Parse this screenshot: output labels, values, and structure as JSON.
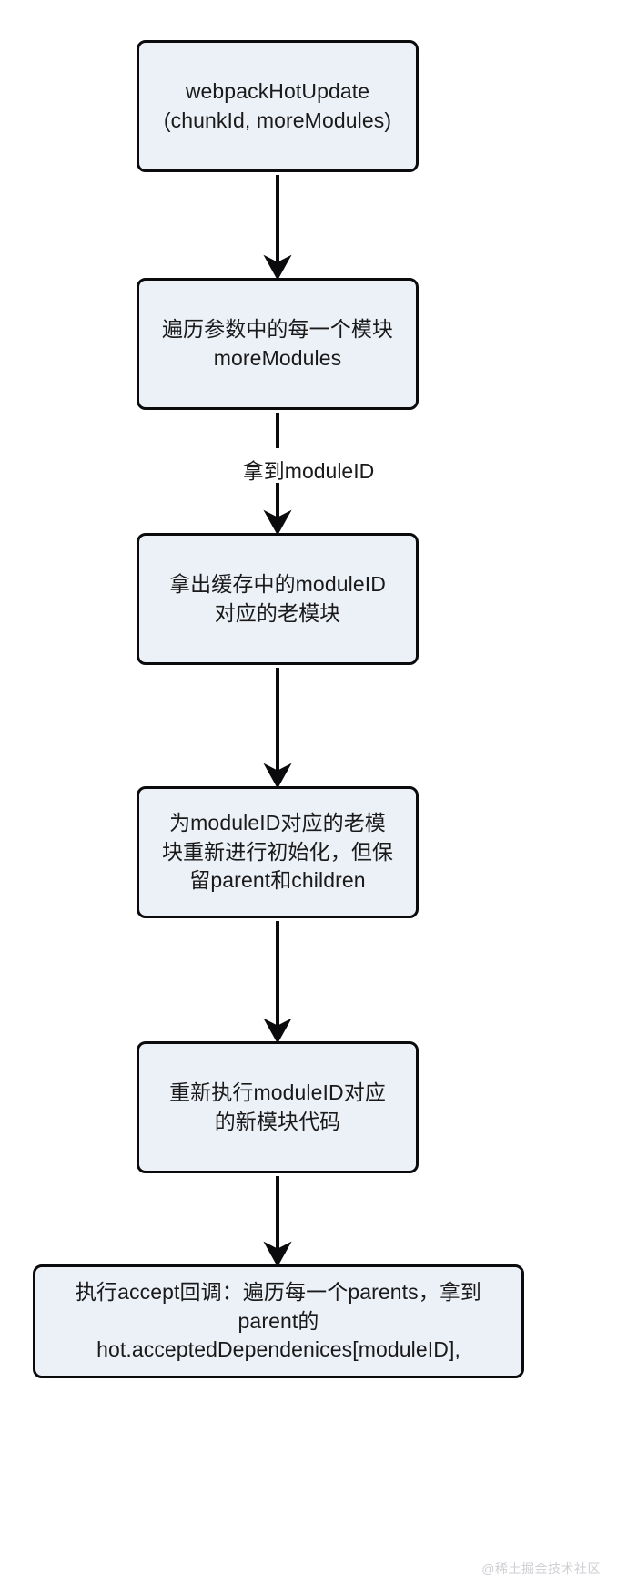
{
  "diagram": {
    "title": "webpack HMR webpackHotUpdate flow",
    "orientation": "top-to-bottom",
    "node_fill": "#ecf0f7",
    "node_border": "#0b0b0d",
    "text_color": "#1a1a1a",
    "nodes": [
      {
        "id": "n1",
        "label": "webpackHotUpdate\n(chunkId, moreModules)"
      },
      {
        "id": "n2",
        "label": "遍历参数中的每一个模块\nmoreModules"
      },
      {
        "id": "n3",
        "label": "拿出缓存中的moduleID\n对应的老模块"
      },
      {
        "id": "n4",
        "label": "为moduleID对应的老模\n块重新进行初始化，但保\n留parent和children"
      },
      {
        "id": "n5",
        "label": "重新执行moduleID对应\n的新模块代码"
      },
      {
        "id": "n6",
        "label": "执行accept回调：遍历每一个parents，拿到\nparent的\nhot.acceptedDependenices[moduleID],"
      }
    ],
    "edges": [
      {
        "from": "n1",
        "to": "n2",
        "label": ""
      },
      {
        "from": "n2",
        "to": "n3",
        "label": "拿到moduleID"
      },
      {
        "from": "n3",
        "to": "n4",
        "label": ""
      },
      {
        "from": "n4",
        "to": "n5",
        "label": ""
      },
      {
        "from": "n5",
        "to": "n6",
        "label": ""
      }
    ]
  },
  "watermark": {
    "text": "@稀土掘金技术社区"
  }
}
